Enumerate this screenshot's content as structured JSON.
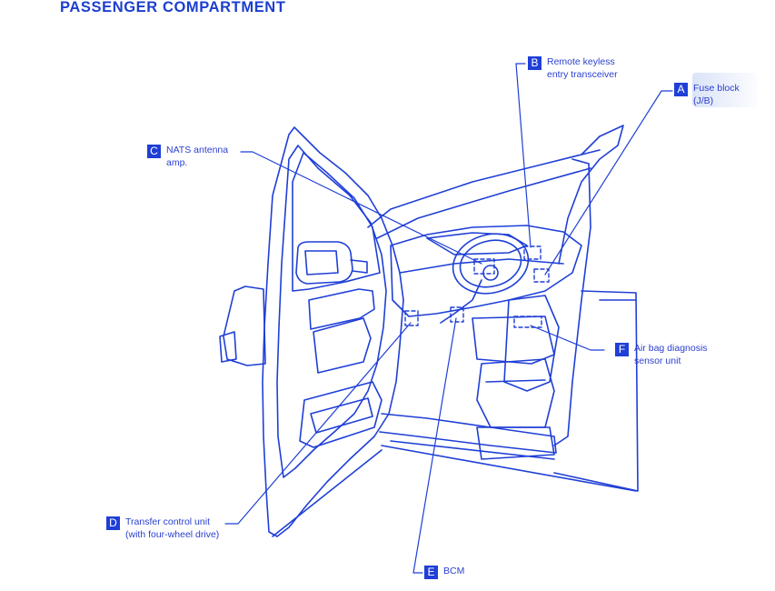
{
  "title": "PASSENGER COMPARTMENT",
  "colors": {
    "ink": "#1f3fd6",
    "text": "#2a3fcf",
    "background": "#ffffff"
  },
  "callouts": [
    {
      "letter": "A",
      "line1": "Fuse block",
      "line2": "(J/B)"
    },
    {
      "letter": "B",
      "line1": "Remote keyless",
      "line2": "entry transceiver"
    },
    {
      "letter": "C",
      "line1": "NATS antenna",
      "line2": "amp."
    },
    {
      "letter": "D",
      "line1": "Transfer control unit",
      "line2": "(with four-wheel drive)"
    },
    {
      "letter": "E",
      "line1": "BCM",
      "line2": ""
    },
    {
      "letter": "F",
      "line1": "Air bag diagnosis",
      "line2": "sensor unit"
    }
  ]
}
